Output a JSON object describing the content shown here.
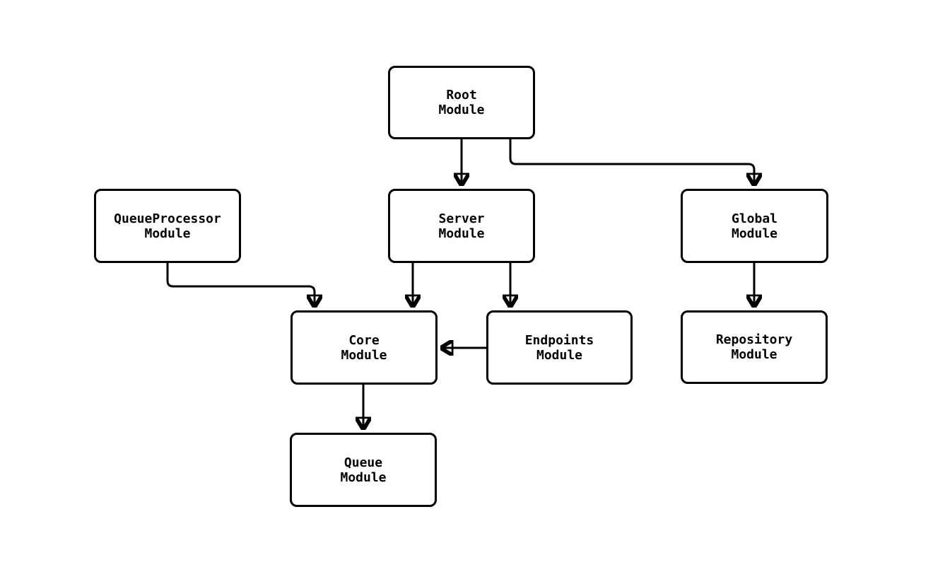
{
  "diagram": {
    "type": "module-dependency-flowchart",
    "background_color": "#ffffff",
    "node_fill_color": "#ffffff",
    "node_border_color": "#000000",
    "edge_color": "#000000",
    "text_color": "#000000",
    "nodes": [
      {
        "id": "root",
        "line1": "Root",
        "line2": "Module"
      },
      {
        "id": "queueprocessor",
        "line1": "QueueProcessor",
        "line2": "Module"
      },
      {
        "id": "server",
        "line1": "Server",
        "line2": "Module"
      },
      {
        "id": "global",
        "line1": "Global",
        "line2": "Module"
      },
      {
        "id": "core",
        "line1": "Core",
        "line2": "Module"
      },
      {
        "id": "endpoints",
        "line1": "Endpoints",
        "line2": "Module"
      },
      {
        "id": "repository",
        "line1": "Repository",
        "line2": "Module"
      },
      {
        "id": "queue",
        "line1": "Queue",
        "line2": "Module"
      }
    ],
    "edges": [
      {
        "from": "Root Module",
        "to": "Server Module"
      },
      {
        "from": "Root Module",
        "to": "Global Module"
      },
      {
        "from": "QueueProcessor Module",
        "to": "Core Module"
      },
      {
        "from": "Server Module",
        "to": "Core Module"
      },
      {
        "from": "Server Module",
        "to": "Endpoints Module"
      },
      {
        "from": "Endpoints Module",
        "to": "Core Module"
      },
      {
        "from": "Global Module",
        "to": "Repository Module"
      },
      {
        "from": "Core Module",
        "to": "Queue Module"
      }
    ]
  }
}
